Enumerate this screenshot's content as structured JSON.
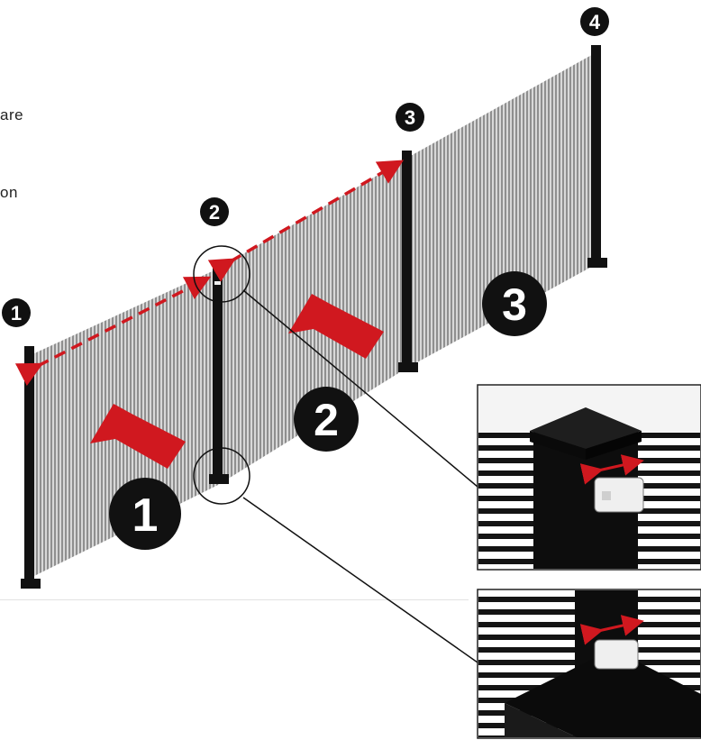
{
  "side_text": {
    "line1": "are",
    "line2": "on"
  },
  "markers": {
    "small_1": "1",
    "small_2": "2",
    "small_3": "3",
    "small_4": "4",
    "large_1": "1",
    "large_2": "2",
    "large_3": "3"
  },
  "colors": {
    "accent_red": "#d0181f",
    "post_black": "#111111",
    "mesh_grey": "#9a9a9a",
    "bracket_white": "#efefef"
  },
  "icons": {
    "direction_arrow": "thick-red-arrow-icon",
    "measurement_arrow": "double-headed-red-dashed-arrow-icon"
  }
}
